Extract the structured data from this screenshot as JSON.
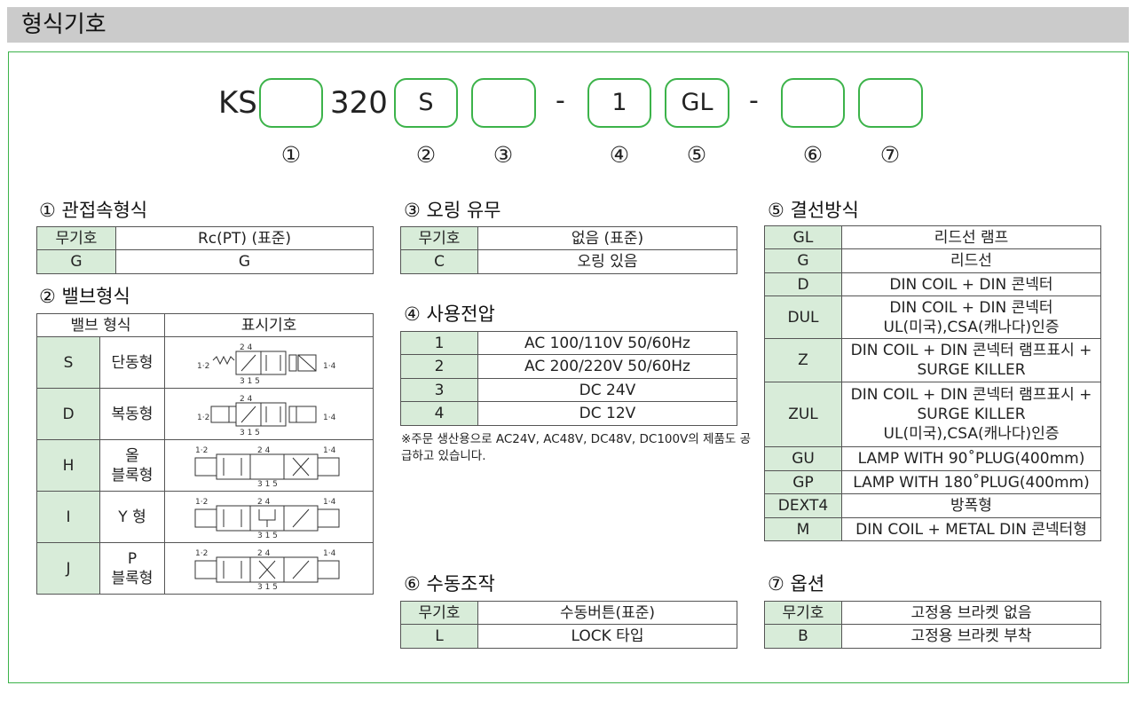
{
  "header": {
    "title": "형식기호"
  },
  "code": {
    "prefix": "KS",
    "middle": "320",
    "boxes": [
      "",
      "S",
      "",
      "1",
      "GL",
      "",
      ""
    ],
    "dash": "-",
    "markers": [
      "①",
      "②",
      "③",
      "④",
      "⑤",
      "⑥",
      "⑦"
    ]
  },
  "sec1": {
    "title": "① 관접속형식",
    "header": [
      "무기호",
      "Rc(PT) (표준)"
    ],
    "rows": [
      [
        "G",
        "G"
      ]
    ]
  },
  "sec2": {
    "title": "② 밸브형식",
    "header": [
      "밸브 형식",
      "표시기호"
    ],
    "rows": [
      {
        "code": "S",
        "name": "단동형"
      },
      {
        "code": "D",
        "name": "복동형"
      },
      {
        "code": "H",
        "name": "올\n블록형"
      },
      {
        "code": "I",
        "name": "Y 형"
      },
      {
        "code": "J",
        "name": "P\n블록형"
      }
    ],
    "port_labels": {
      "top": "2  4",
      "bottom": "3 1 5",
      "left": "1·2",
      "right": "1·4"
    }
  },
  "sec3": {
    "title": "③ 오링 유무",
    "rows": [
      [
        "무기호",
        "없음 (표준)"
      ],
      [
        "C",
        "오링 있음"
      ]
    ]
  },
  "sec4": {
    "title": "④ 사용전압",
    "rows": [
      [
        "1",
        "AC 100/110V 50/60Hz"
      ],
      [
        "2",
        "AC 200/220V 50/60Hz"
      ],
      [
        "3",
        "DC 24V"
      ],
      [
        "4",
        "DC 12V"
      ]
    ],
    "note": "※주문 생산용으로 AC24V, AC48V, DC48V, DC100V의 제품도 공급하고 있습니다."
  },
  "sec5": {
    "title": "⑤ 결선방식",
    "rows": [
      [
        "GL",
        "리드선 램프"
      ],
      [
        "G",
        "리드선"
      ],
      [
        "D",
        "DIN COIL + DIN 콘넥터"
      ],
      [
        "DUL",
        "DIN COIL + DIN 콘넥터\nUL(미국),CSA(캐나다)인증"
      ],
      [
        "Z",
        "DIN COIL + DIN 콘넥터 램프표시 +\nSURGE KILLER"
      ],
      [
        "ZUL",
        "DIN COIL + DIN 콘넥터 램프표시 +\nSURGE KILLER\nUL(미국),CSA(캐나다)인증"
      ],
      [
        "GU",
        "LAMP WITH 90˚PLUG(400mm)"
      ],
      [
        "GP",
        "LAMP WITH 180˚PLUG(400mm)"
      ],
      [
        "DEXT4",
        "방폭형"
      ],
      [
        "M",
        "DIN COIL + METAL DIN 콘넥터형"
      ]
    ]
  },
  "sec6": {
    "title": "⑥ 수동조작",
    "rows": [
      [
        "무기호",
        "수동버튼(표준)"
      ],
      [
        "L",
        "LOCK 타입"
      ]
    ]
  },
  "sec7": {
    "title": "⑦ 옵션",
    "rows": [
      [
        "무기호",
        "고정용 브라켓 없음"
      ],
      [
        "B",
        "고정용 브라켓 부착"
      ]
    ]
  }
}
